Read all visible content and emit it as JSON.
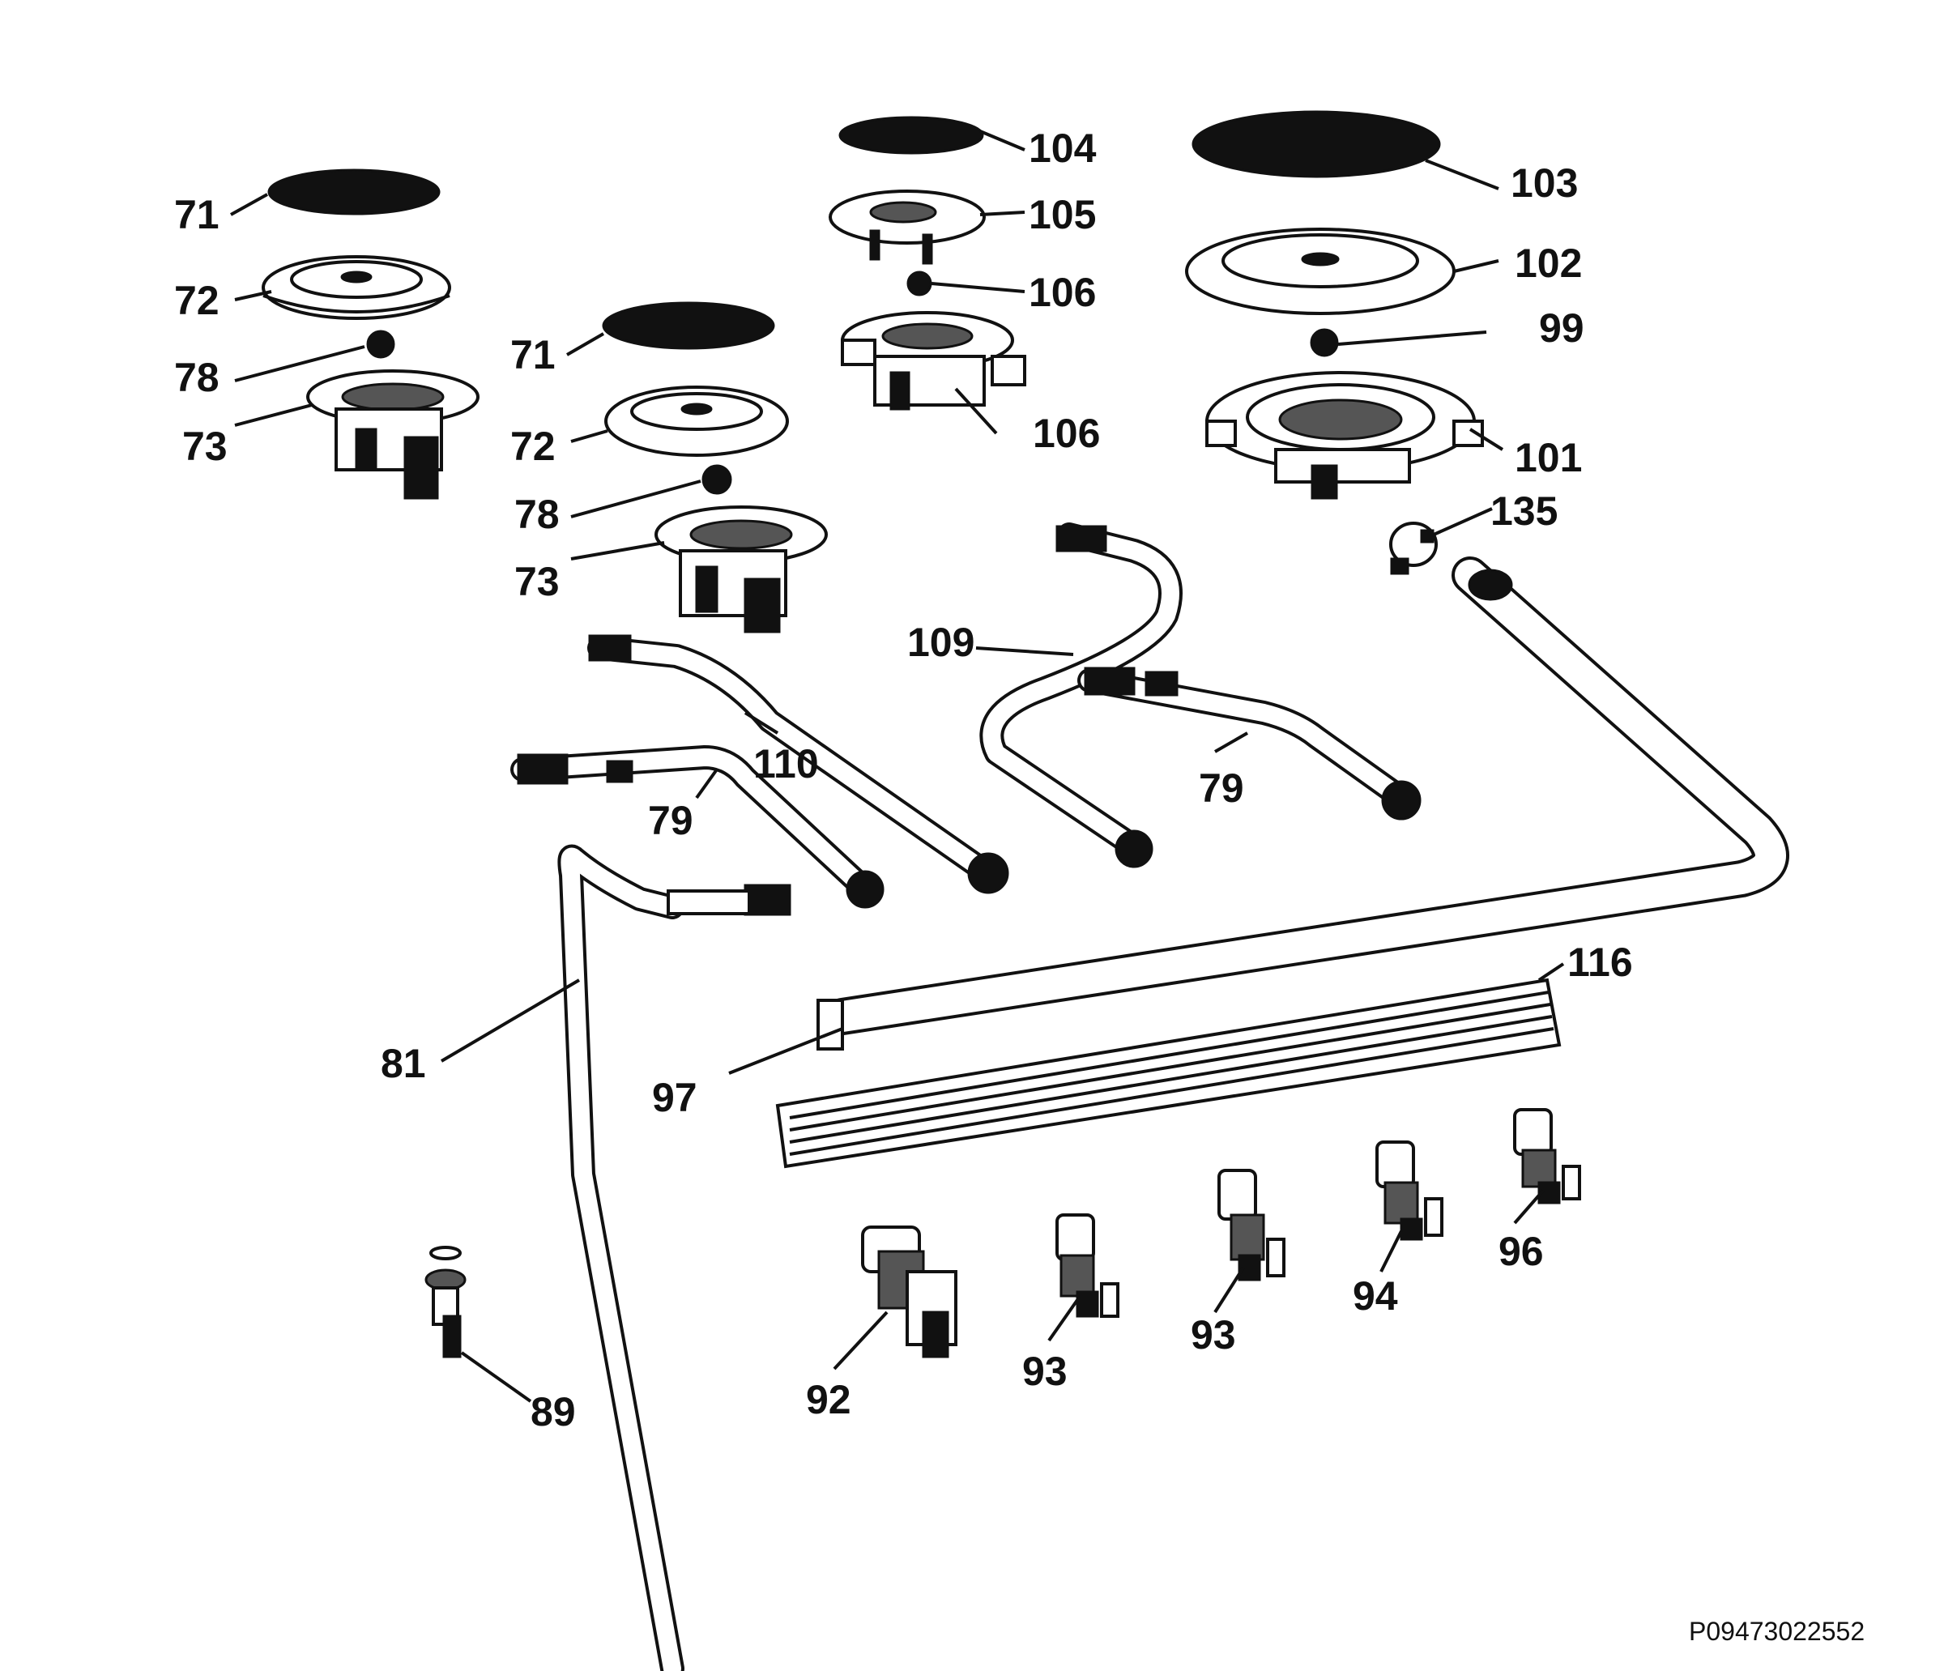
{
  "diagram": {
    "labels": {
      "l71a": "71",
      "l72a": "72",
      "l78a": "78",
      "l73a": "73",
      "l71b": "71",
      "l72b": "72",
      "l78b": "78",
      "l73b": "73",
      "l104": "104",
      "l105": "105",
      "l106a": "106",
      "l106b": "106",
      "l103": "103",
      "l102": "102",
      "l99": "99",
      "l101": "101",
      "l135": "135",
      "l109": "109",
      "l110": "110",
      "l79a": "79",
      "l79b": "79",
      "l81": "81",
      "l97": "97",
      "l116": "116",
      "l92": "92",
      "l93a": "93",
      "l93b": "93",
      "l94": "94",
      "l96": "96",
      "l89": "89"
    },
    "document_code": "P09473022552"
  }
}
